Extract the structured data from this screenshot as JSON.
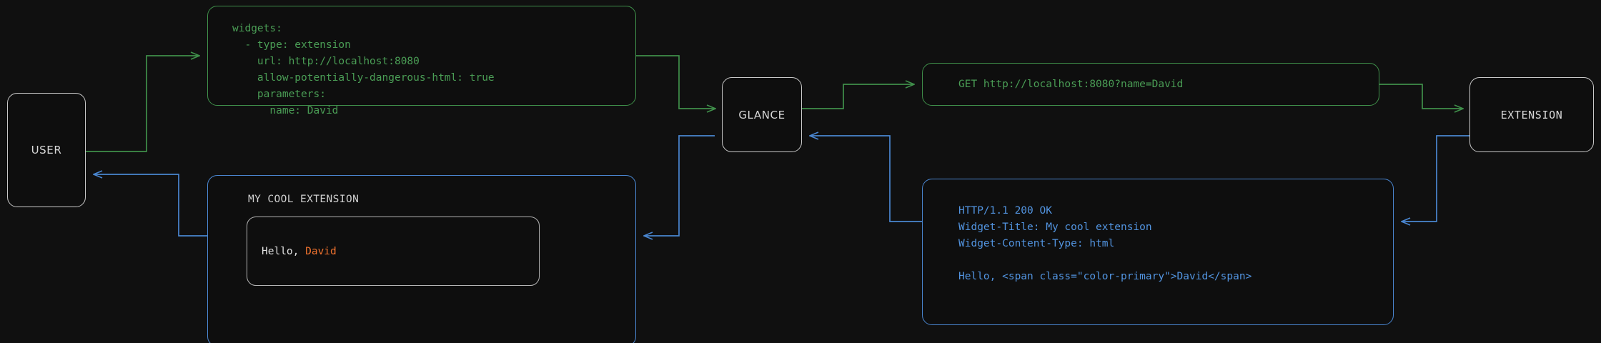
{
  "diagram": {
    "background_color": "#101010",
    "request_color": "#4a9d55",
    "response_color": "#5294e0",
    "node_border_color": "#c9c9c9",
    "accent_color": "#f0722e"
  },
  "nodes": [
    {
      "id": "user",
      "label": "USER"
    },
    {
      "id": "glance",
      "label": "GLANCE"
    },
    {
      "id": "extension",
      "label": "EXTENSION"
    }
  ],
  "messages": {
    "config": {
      "kind": "request",
      "text": "widgets:\n  - type: extension\n    url: http://localhost:8080\n    allow-potentially-dangerous-html: true\n    parameters:\n      name: David"
    },
    "request": {
      "kind": "request",
      "text": "GET http://localhost:8080?name=David"
    },
    "response": {
      "kind": "response",
      "text": "HTTP/1.1 200 OK\nWidget-Title: My cool extension\nWidget-Content-Type: html\n\nHello, <span class=\"color-primary\">David</span>"
    },
    "widget": {
      "kind": "response",
      "title": "MY COOL EXTENSION",
      "body_prefix": "Hello, ",
      "body_accent": "David"
    }
  }
}
